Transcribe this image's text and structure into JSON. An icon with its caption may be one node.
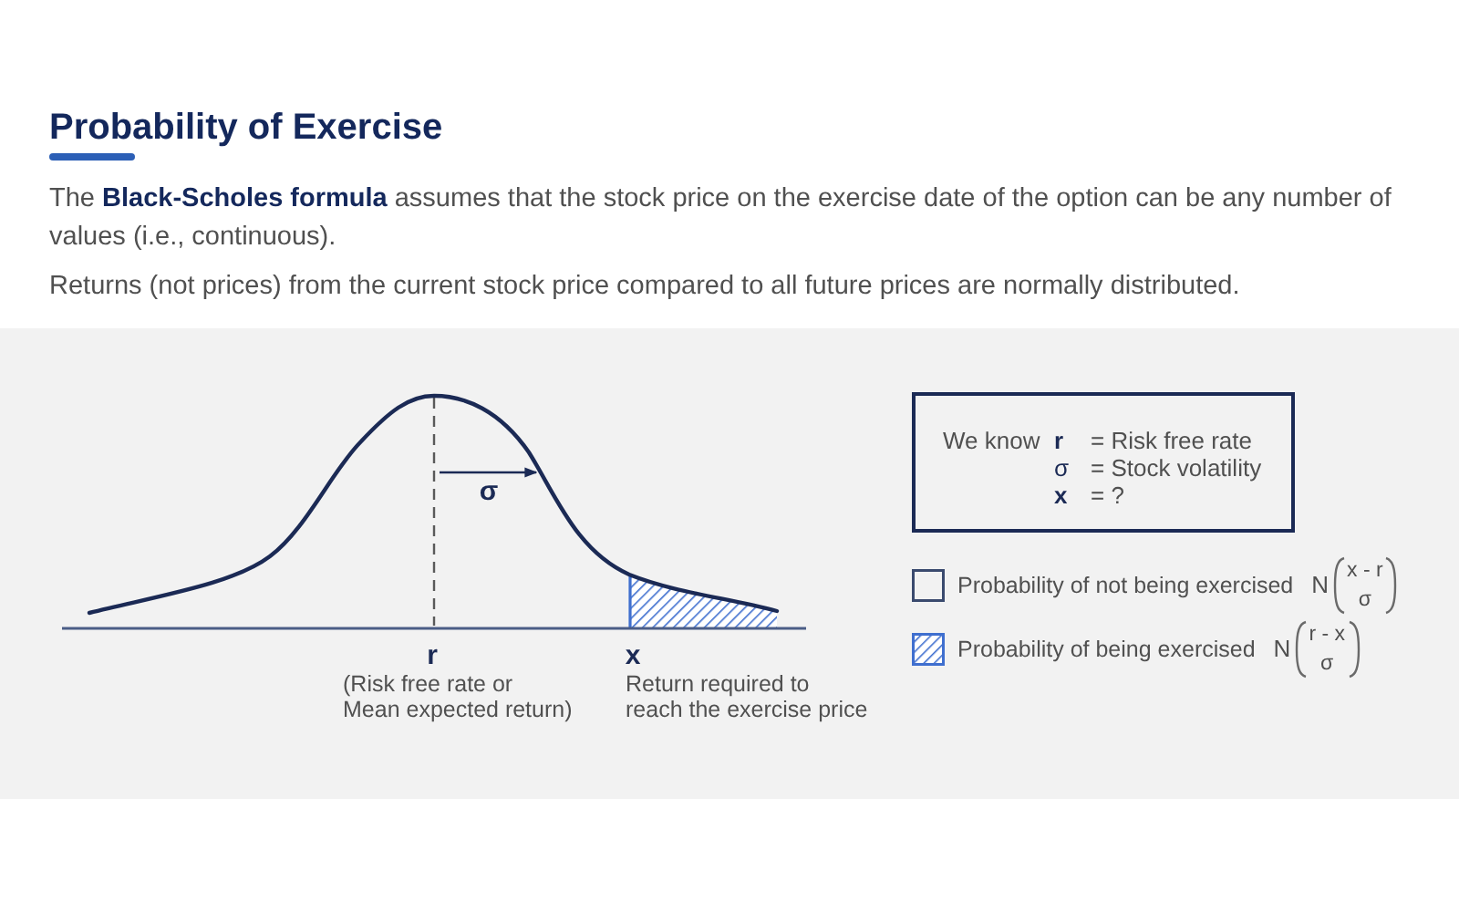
{
  "diagram": {
    "title": "Probability of Exercise",
    "nodes": [
      {
        "text": [
          "We know",
          "r",
          "= Risk free rate",
          "σ",
          "= Stock volatility",
          "x",
          "= ?"
        ]
      }
    ],
    "labels": [
      "The **Black-Scholes formula** assumes that the stock price on the exercise date of the option can be any number of values (i.e., continuous).",
      "Returns (not prices) from the current stock price compared to all future prices are normally distributed.",
      "σ",
      "r",
      "(Risk free rate or Mean expected return)",
      "x",
      "Return required to reach the exercise price",
      "N",
      "x - r",
      "σ",
      "N",
      "r - x",
      "σ"
    ],
    "legend": [
      {
        "text": "Probability of not being exercised"
      },
      {
        "text": "Probability of being exercised"
      }
    ]
  }
}
